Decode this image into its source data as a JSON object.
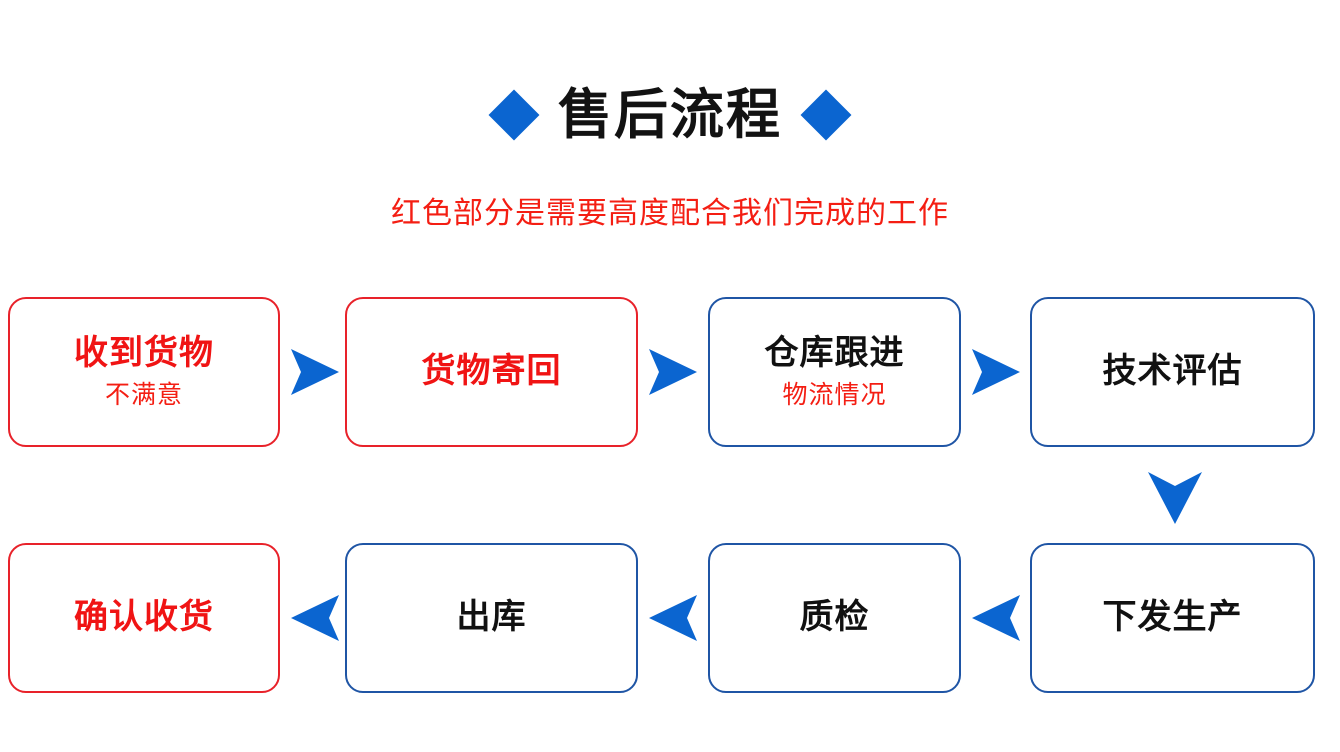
{
  "header": {
    "title": "售后流程",
    "left_diamond": "diamond-icon",
    "right_diamond": "diamond-icon",
    "subtitle": "红色部分是需要高度配合我们完成的工作"
  },
  "colors": {
    "accent_blue": "#0B65D0",
    "border_blue": "#1F55A5",
    "border_red": "#E8222A",
    "text_red": "#F01414",
    "text_black": "#111111",
    "background": "#FFFFFF"
  },
  "flow": {
    "row1": {
      "direction": "left-to-right",
      "nodes": [
        {
          "title": "收到货物",
          "subtitle": "不满意",
          "border": "red",
          "title_color": "red"
        },
        {
          "title": "货物寄回",
          "subtitle": "",
          "border": "red",
          "title_color": "red"
        },
        {
          "title": "仓库跟进",
          "subtitle": "物流情况",
          "border": "blue",
          "title_color": "black"
        },
        {
          "title": "技术评估",
          "subtitle": "",
          "border": "blue",
          "title_color": "black"
        }
      ],
      "arrows": [
        "arrow-right-icon",
        "arrow-right-icon",
        "arrow-right-icon"
      ]
    },
    "connector": {
      "icon": "arrow-down-icon",
      "from": "技术评估",
      "to": "下发生产"
    },
    "row2": {
      "direction": "right-to-left",
      "nodes": [
        {
          "title": "确认收货",
          "subtitle": "",
          "border": "red",
          "title_color": "red"
        },
        {
          "title": "出库",
          "subtitle": "",
          "border": "blue",
          "title_color": "black"
        },
        {
          "title": "质检",
          "subtitle": "",
          "border": "blue",
          "title_color": "black"
        },
        {
          "title": "下发生产",
          "subtitle": "",
          "border": "blue",
          "title_color": "black"
        }
      ],
      "arrows": [
        "arrow-left-icon",
        "arrow-left-icon",
        "arrow-left-icon"
      ]
    }
  }
}
